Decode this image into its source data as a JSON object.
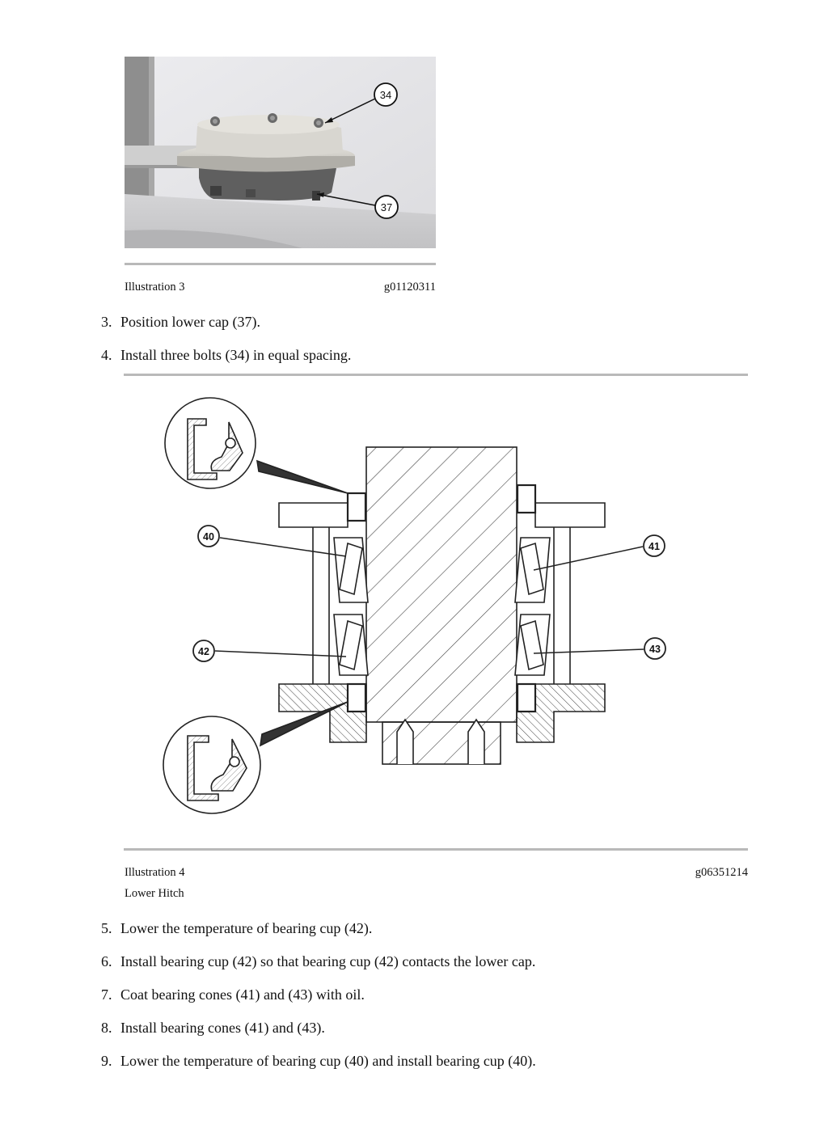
{
  "illustration3": {
    "callouts": [
      "34",
      "37"
    ],
    "caption_left": "Illustration 3",
    "caption_right": "g01120311"
  },
  "steps_a": [
    {
      "num": "3.",
      "text": "Position lower cap (37)."
    },
    {
      "num": "4.",
      "text": "Install three bolts (34) in equal spacing."
    }
  ],
  "illustration4": {
    "callouts": [
      "40",
      "41",
      "42",
      "43"
    ],
    "caption_left": "Illustration 4",
    "caption_right": "g06351214",
    "subtitle": "Lower Hitch"
  },
  "steps_b": [
    {
      "num": "5.",
      "text": "Lower the temperature of bearing cup (42)."
    },
    {
      "num": "6.",
      "text": "Install bearing cup (42) so that bearing cup (42) contacts the lower cap."
    },
    {
      "num": "7.",
      "text": "Coat bearing cones (41) and (43) with oil."
    },
    {
      "num": "8.",
      "text": "Install bearing cones (41) and (43)."
    },
    {
      "num": "9.",
      "text": "Lower the temperature of bearing cup (40) and install bearing cup (40)."
    }
  ]
}
